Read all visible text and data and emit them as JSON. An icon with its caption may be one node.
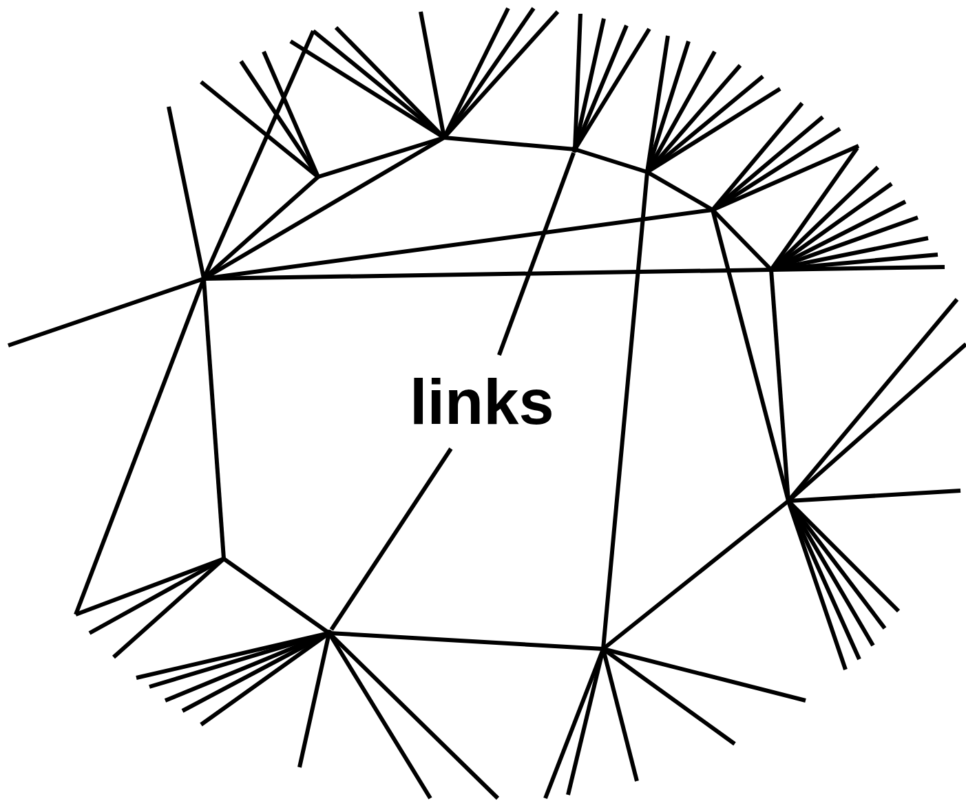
{
  "diagram": {
    "nodes": [
      {
        "text": [
          "links"
        ]
      },
      {
        "text": [],
        "shape": "circle"
      },
      {
        "text": [],
        "shape": "circle"
      }
    ],
    "edges": [
      {
        "from": 0,
        "to": 1,
        "arrow": "none"
      },
      {
        "from": 0,
        "to": 2,
        "arrow": "none"
      }
    ]
  }
}
